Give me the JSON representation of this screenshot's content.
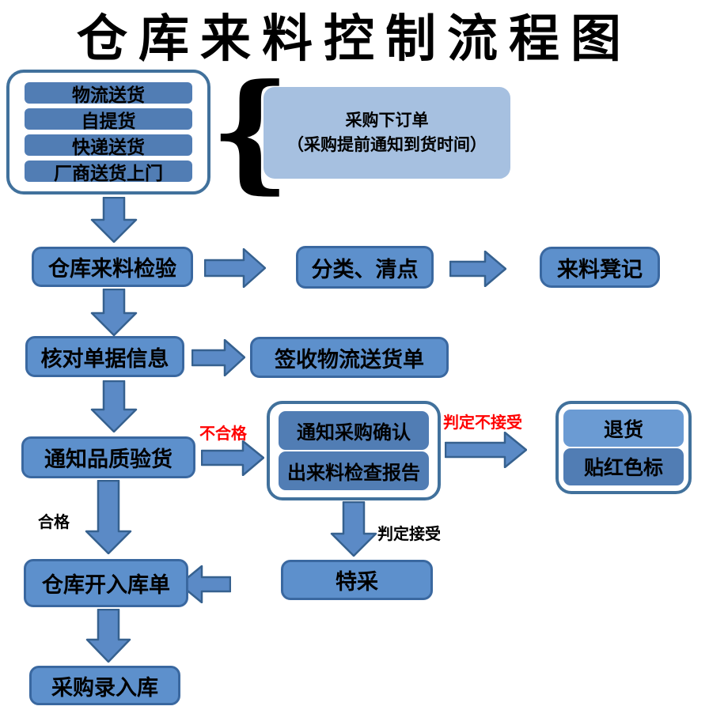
{
  "title": "仓库来料控制流程图",
  "delivery_methods": {
    "items": [
      {
        "label": "物流送货"
      },
      {
        "label": "自提货"
      },
      {
        "label": "快递送货"
      },
      {
        "label": "厂商送货上门"
      }
    ]
  },
  "purchase_note": {
    "line1": "采购下订单",
    "line2": "（采购提前通知到货时间）"
  },
  "nodes": {
    "incoming_inspection": "仓库来料检验",
    "sort_count": "分类、清点",
    "incoming_register": "来料凳记",
    "verify_documents": "核对单据信息",
    "sign_delivery_note": "签收物流送货单",
    "notify_quality": "通知品质验货",
    "notify_purchase_confirm": "通知采购确认",
    "incoming_inspection_report": "出来料检查报告",
    "return_goods": "退货",
    "stick_red_label": "贴红色标",
    "special_acceptance": "特采",
    "warehouse_inbound_order": "仓库开入库单",
    "purchase_inbound_entry": "采购录入库"
  },
  "edge_labels": {
    "unqualified": "不合格",
    "qualified": "合格",
    "judged_not_accepted": "判定不接受",
    "judged_accepted": "判定接受"
  },
  "shapes": {
    "brace": "{"
  },
  "colors": {
    "process_box_fill": "#5d90cc",
    "process_box_border": "#3a68a0",
    "inner_bar_fill": "#517db4",
    "inner_bar_fill_light": "#6b9bd3",
    "container_border": "#41719c",
    "note_fill": "#a6c0e0",
    "arrow_fill": "#5b8ac6",
    "arrow_border": "#36618f",
    "edge_label_red": "#ff0000",
    "text": "#000000"
  }
}
